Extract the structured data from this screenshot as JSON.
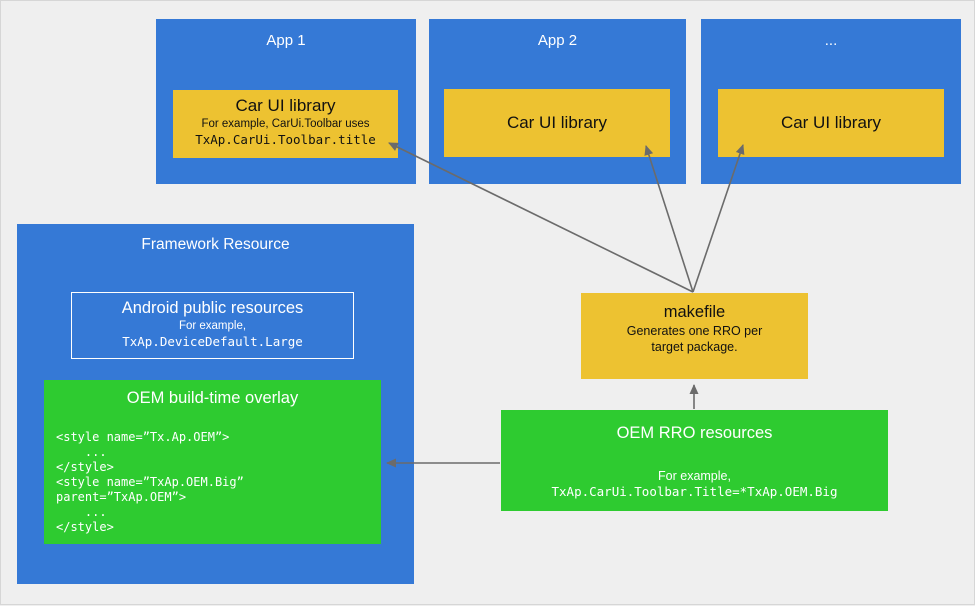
{
  "colors": {
    "blue": "#3579d6",
    "yellow": "#edc231",
    "green": "#2ecb30",
    "arrow": "#6b6b6b",
    "background": "#efefef"
  },
  "apps": [
    {
      "title": "App 1",
      "library": {
        "title": "Car UI library",
        "note": "For example, CarUi.Toolbar uses",
        "code": "TxAp.CarUi.Toolbar.title"
      }
    },
    {
      "title": "App 2",
      "library": {
        "title": "Car UI library"
      }
    },
    {
      "title": "...",
      "library": {
        "title": "Car UI library"
      }
    }
  ],
  "framework": {
    "title": "Framework Resource",
    "public_resources": {
      "title": "Android public resources",
      "note": "For example,",
      "code": "TxAp.DeviceDefault.Large"
    },
    "overlay": {
      "title": "OEM build-time overlay",
      "code_lines": [
        "<style name=”Tx.Ap.OEM”>",
        "    ...",
        "</style>",
        "<style name=”TxAp.OEM.Big”",
        "parent=”TxAp.OEM”>",
        "    ...",
        "</style>"
      ]
    }
  },
  "makefile": {
    "title": "makefile",
    "note": "Generates one RRO per target package."
  },
  "rro": {
    "title": "OEM RRO resources",
    "note": "For example,",
    "code": "TxAp.CarUi.Toolbar.Title=*TxAp.OEM.Big"
  }
}
